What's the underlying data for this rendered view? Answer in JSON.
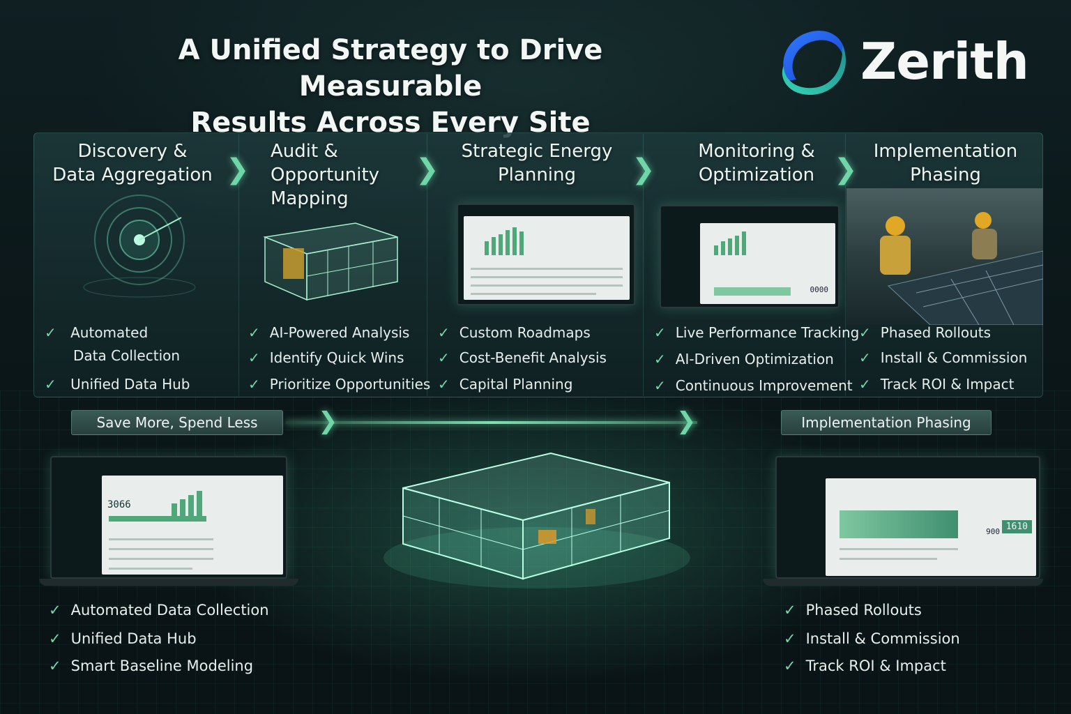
{
  "header": {
    "title_line1": "A Unified Strategy to Drive Measurable",
    "title_line2": "Results Across Every Site",
    "brand": "Zerith"
  },
  "colors": {
    "accent": "#79d8a9",
    "panel": "#1e3a3c",
    "background": "#0b1719"
  },
  "steps": [
    {
      "title": [
        "Discovery &",
        "Data Aggregation"
      ],
      "features": [
        "Automated Data Collection",
        "Unified Data Hub"
      ]
    },
    {
      "title": [
        "Audit &",
        "Opportunity",
        "Mapping"
      ],
      "features": [
        "AI-Powered Analysis",
        "Identify Quick Wins",
        "Prioritize Opportunities"
      ]
    },
    {
      "title": [
        "Strategic Energy",
        "Planning"
      ],
      "features": [
        "Custom Roadmaps",
        "Cost-Benefit Analysis",
        "Capital Planning"
      ]
    },
    {
      "title": [
        "Monitoring &",
        "Optimization"
      ],
      "features": [
        "Live Performance Tracking",
        "AI-Driven Optimization",
        "Continuous Improvement"
      ]
    },
    {
      "title": [
        "Implementation",
        "Phasing"
      ],
      "features": [
        "Phased Rollouts",
        "Install & Commission",
        "Track ROI & Impact"
      ]
    }
  ],
  "step1_feature1_lines": [
    "Automated",
    "Data Collection"
  ],
  "flow": {
    "left_label": "Save More, Spend Less",
    "right_label": "Implementation Phasing"
  },
  "bottom_left": [
    "Automated Data Collection",
    "Unified Data Hub",
    "Smart Baseline Modeling"
  ],
  "bottom_right": [
    "Phased Rollouts",
    "Install & Commission",
    "Track ROI & Impact"
  ],
  "screens": {
    "left_value": "3066",
    "right_value": "1610",
    "right_small": "900",
    "mid_value": "0000"
  }
}
